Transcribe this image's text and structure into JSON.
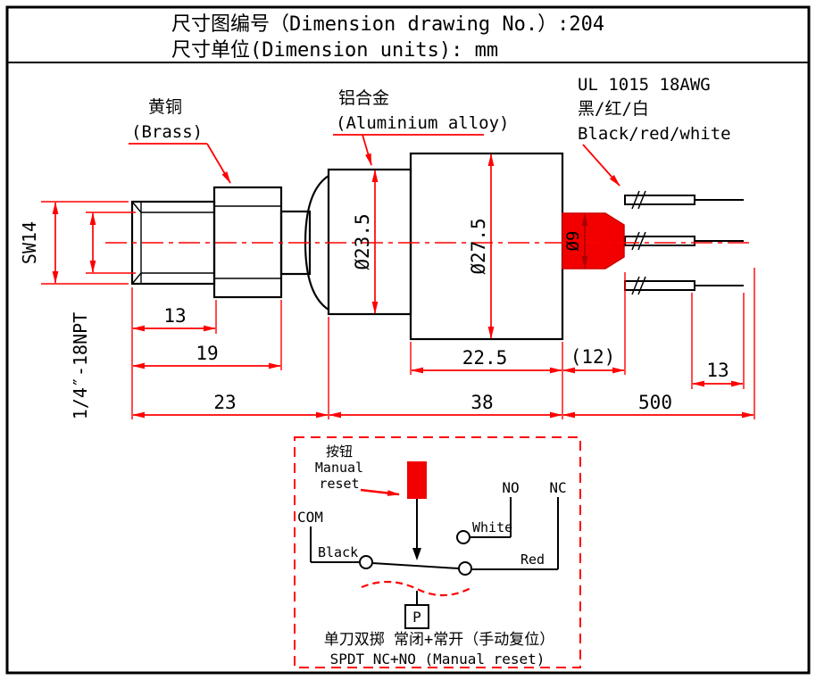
{
  "title_block": {
    "drawing_no_line": "尺寸图编号（Dimension drawing No.）:204",
    "units_line": "尺寸单位(Dimension units): mm"
  },
  "material_labels": {
    "brass_cn": "黄铜",
    "brass_en": "(Brass)",
    "aluminium_cn": "铝合金",
    "aluminium_en": "(Aluminium alloy)"
  },
  "wire_label": {
    "spec": "UL 1015 18AWG",
    "colors_cn": "黑/红/白",
    "colors_en": "Black/red/white"
  },
  "dimensions": {
    "wrench": "SW14",
    "thread": "1/4″-18NPT",
    "dia_body1": "Ø23.5",
    "dia_body2": "Ø27.5",
    "dia_connector": "Ø9",
    "len_thread": "13",
    "len_to_hex": "19",
    "len_front": "23",
    "len_body2": "22.5",
    "len_connector": "(12)",
    "len_strip": "13",
    "len_mid": "38",
    "len_wire": "500"
  },
  "schematic": {
    "button_label_cn": "按钮",
    "button_label_en_1": "Manual",
    "button_label_en_2": "reset",
    "terminal_com": "COM",
    "terminal_no": "NO",
    "terminal_nc": "NC",
    "wire_white": "White",
    "wire_black": "Black",
    "wire_red": "Red",
    "pressure_symbol": "P",
    "caption_cn": "单刀双掷 常闭+常开（手动复位）",
    "caption_en": "SPDT NC+NO (Manual reset)"
  },
  "colors": {
    "outline": "#000000",
    "dimension_red": "#ff0000",
    "connector_fill": "#f20000"
  }
}
